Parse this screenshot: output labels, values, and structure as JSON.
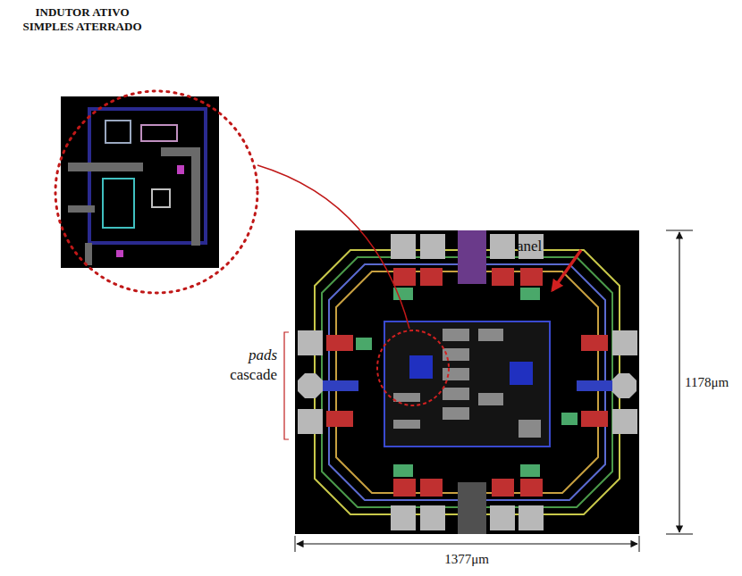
{
  "diagram": {
    "labels": [
      "INDUTOR ATIVO SIMPLES ATERRADO",
      "anel",
      "pads",
      "cascade",
      "1178μm",
      "1377μm"
    ]
  }
}
